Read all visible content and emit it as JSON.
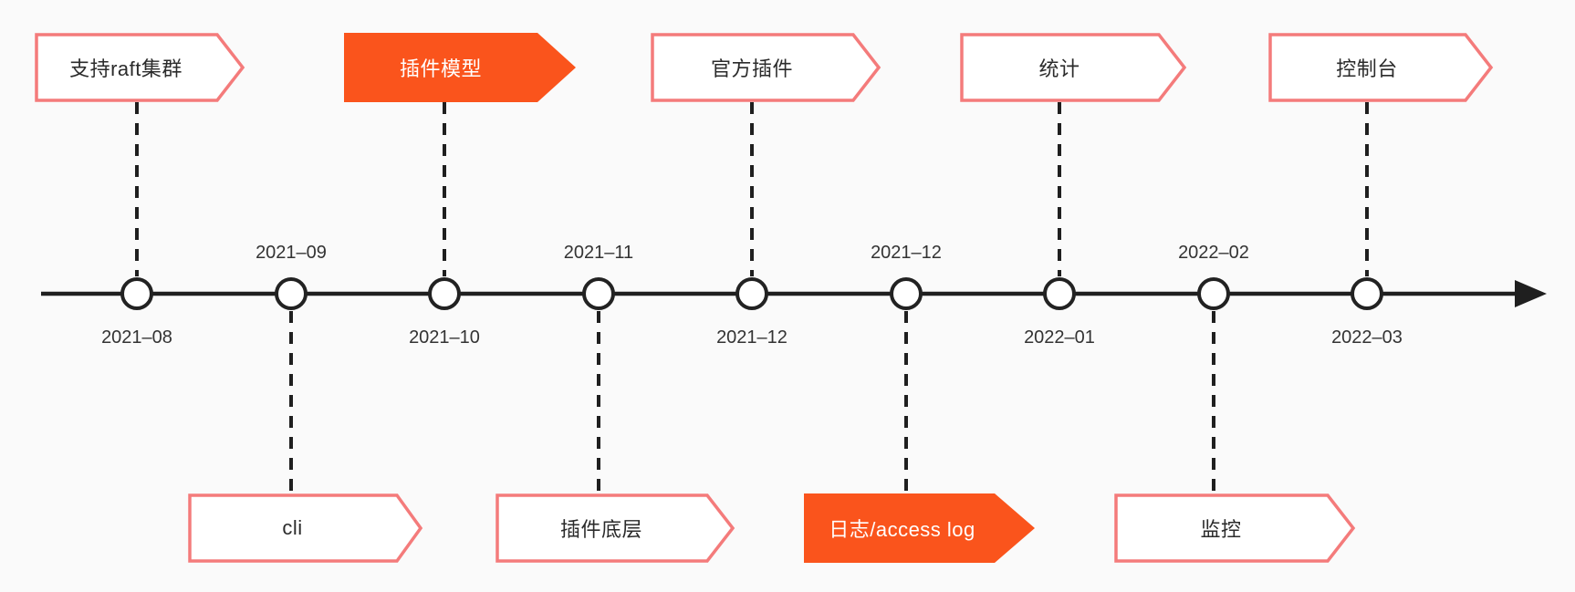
{
  "diagram": {
    "type": "timeline-roadmap",
    "orientation": "horizontal",
    "arrow_direction": "right"
  },
  "colors": {
    "accent_orange": "#FA541C",
    "border_pink": "#F47B7B",
    "line_black": "#1F1F1F",
    "background": "#FAFAFA",
    "text_dark": "#2B2B2B",
    "banner_fill_white": "#FFFFFF",
    "highlight_text_white": "#FFFFFF"
  },
  "milestones_top": [
    {
      "label": "支持raft集群",
      "highlighted": false
    },
    {
      "label": "插件模型",
      "highlighted": true
    },
    {
      "label": "官方插件",
      "highlighted": false
    },
    {
      "label": "统计",
      "highlighted": false
    },
    {
      "label": "控制台",
      "highlighted": false
    }
  ],
  "milestones_bottom": [
    {
      "label": "cli",
      "highlighted": false
    },
    {
      "label": "插件底层",
      "highlighted": false
    },
    {
      "label": "日志/access log",
      "highlighted": true
    },
    {
      "label": "监控",
      "highlighted": false
    }
  ],
  "timeline": {
    "dates_above": [
      "2021–09",
      "2021–11",
      "2021–12",
      "2022–02"
    ],
    "dates_below": [
      "2021–08",
      "2021–10",
      "2021–12",
      "2022–01",
      "2022–03"
    ],
    "node_count": 9
  }
}
